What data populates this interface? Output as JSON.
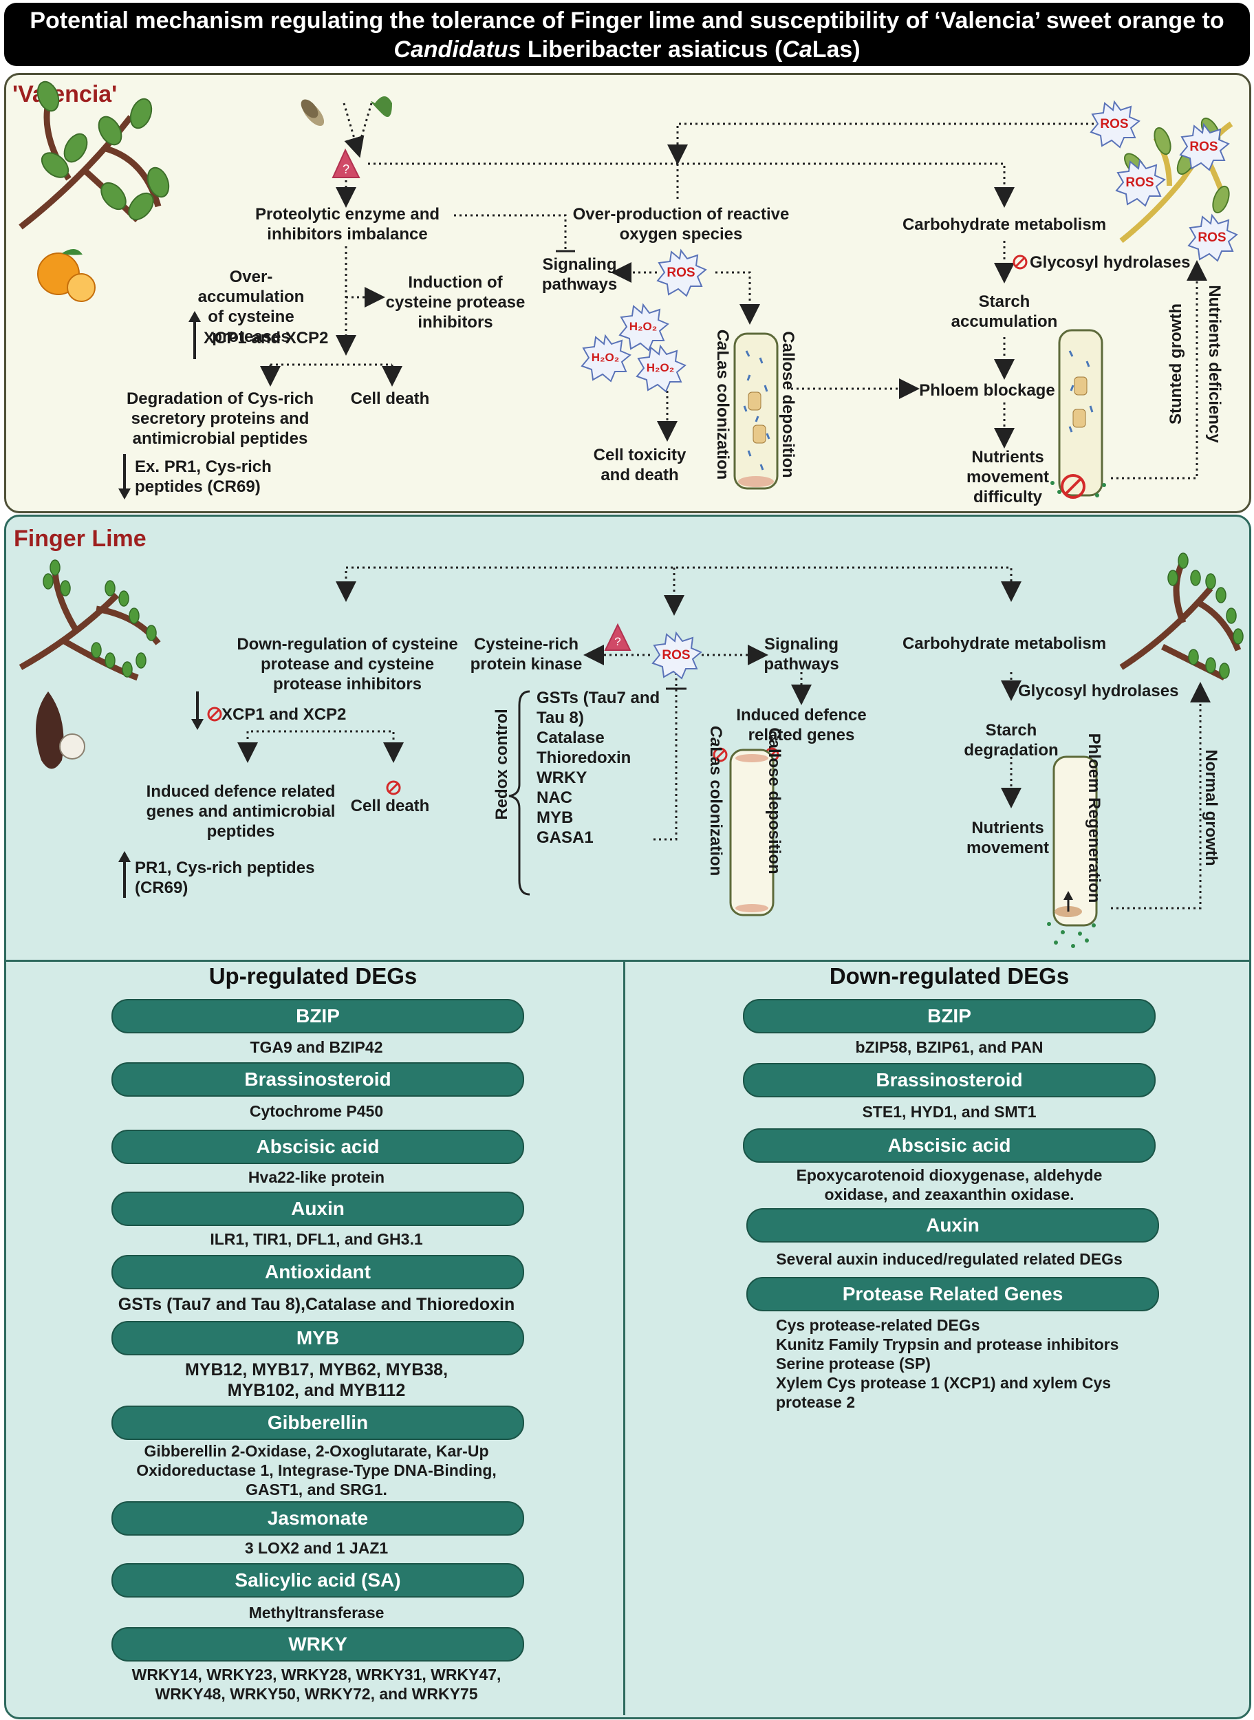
{
  "title": {
    "line1": "Potential mechanism regulating the tolerance of Finger lime and susceptibility of ‘Valencia’  sweet orange to",
    "line2_italic": "Candidatus",
    "line2_a": " Liberibacter asiaticus (",
    "line2_ca": "Ca",
    "line2_b": "Las)"
  },
  "valencia": {
    "heading": "'Valencia'",
    "proteolytic": "Proteolytic enzyme  and\ninhibitors imbalance",
    "overproduction": "Over-production of reactive\noxygen species",
    "carb": "Carbohydrate metabolism",
    "overaccum": "Over-accumulation\nof cysteine\nproteases",
    "xcp": "XCP1 and XCP2",
    "induction": "Induction of\ncysteine protease\ninhibitors",
    "signaling": "Signaling\npathways",
    "glycosyl": "Glycosyl hydrolases",
    "starch": "Starch\naccumulation",
    "phloem_blockage": "Phloem blockage",
    "nutrients_difficulty": "Nutrients\nmovement\ndifficulty",
    "degradation": "Degradation of Cys-rich\nsecretory proteins and\nantimicrobial peptides",
    "cell_death": "Cell death",
    "ex_pr1": "Ex. PR1, Cys-rich\npeptides (CR69)",
    "cell_toxicity": "Cell toxicity\nand death",
    "callose": "Callose deposition",
    "colonization_ca": "Ca",
    "colonization": "Las colonization",
    "nutrients_deficiency": "Nutrients deficiency",
    "stunted": "Stunted growth",
    "ros": "ROS",
    "h2o2": "H₂O₂"
  },
  "finger": {
    "heading": "Finger Lime",
    "downreg": "Down-regulation of cysteine\nprotease and cysteine\nprotease inhibitors",
    "xcp": "XCP1 and XCP2",
    "cys_kinase": "Cysteine-rich\nprotein kinase",
    "signaling": "Signaling\npathways",
    "carb": "Carbohydrate metabolism",
    "redox_list": "GSTs (Tau7 and\nTau 8)\nCatalase\nThioredoxin\nWRKY\nNAC\nMYB\nGASA1",
    "redox_control": "Redox control",
    "induced_defence_right": "Induced defence\nrelated genes",
    "glycosyl": "Glycosyl hydrolases",
    "starch": "Starch\ndegradation",
    "nutrients_movement": "Nutrients\nmovement",
    "induced_defence_left": "Induced defence related\ngenes and antimicrobial\npeptides",
    "cell_death": "Cell death",
    "pr1": "PR1, Cys-rich peptides\n(CR69)",
    "callose": "Callose deposition",
    "colonization_ca": "Ca",
    "colonization": "Las colonization",
    "phloem_regeneration": "Phloem Regeneration",
    "normal_growth": "Normal growth",
    "ros": "ROS"
  },
  "up": {
    "heading": "Up-regulated DEGs",
    "groups": [
      {
        "name": "BZIP",
        "genes": "TGA9 and BZIP42"
      },
      {
        "name": "Brassinosteroid",
        "genes": "Cytochrome P450"
      },
      {
        "name": "Abscisic acid",
        "genes": "Hva22-like protein"
      },
      {
        "name": "Auxin",
        "genes": "ILR1, TIR1, DFL1, and GH3.1"
      },
      {
        "name": "Antioxidant",
        "genes": "GSTs (Tau7 and Tau 8),Catalase and Thioredoxin"
      },
      {
        "name": "MYB",
        "genes": "MYB12, MYB17, MYB62, MYB38,\nMYB102, and MYB112"
      },
      {
        "name": "Gibberellin",
        "genes": "Gibberellin 2-Oxidase, 2-Oxoglutarate, Kar-Up\nOxidoreductase 1, Integrase-Type DNA-Binding,\nGAST1, and SRG1."
      },
      {
        "name": "Jasmonate",
        "genes": "3 LOX2 and 1 JAZ1"
      },
      {
        "name": "Salicylic acid (SA)",
        "genes": "Methyltransferase"
      },
      {
        "name": "WRKY",
        "genes": "WRKY14, WRKY23, WRKY28, WRKY31, WRKY47,\nWRKY48, WRKY50, WRKY72, and WRKY75"
      }
    ]
  },
  "down": {
    "heading": "Down-regulated DEGs",
    "groups": [
      {
        "name": "BZIP",
        "genes": "bZIP58, BZIP61, and PAN"
      },
      {
        "name": "Brassinosteroid",
        "genes": "STE1, HYD1, and SMT1"
      },
      {
        "name": "Abscisic acid",
        "genes": "Epoxycarotenoid dioxygenase, aldehyde\noxidase, and zeaxanthin oxidase."
      },
      {
        "name": "Auxin",
        "genes": "Several auxin induced/regulated related DEGs"
      },
      {
        "name": "Protease Related Genes",
        "genes": "Cys protease-related DEGs\nKunitz Family Trypsin and protease inhibitors\nSerine protease (SP)\nXylem Cys protease 1 (XCP1) and  xylem Cys\nprotease 2"
      }
    ]
  },
  "colors": {
    "pill": "#28786a",
    "valencia_bg": "#f7f8ea",
    "finger_bg": "#d4ebe7",
    "heading_red": "#9e1f1f"
  }
}
